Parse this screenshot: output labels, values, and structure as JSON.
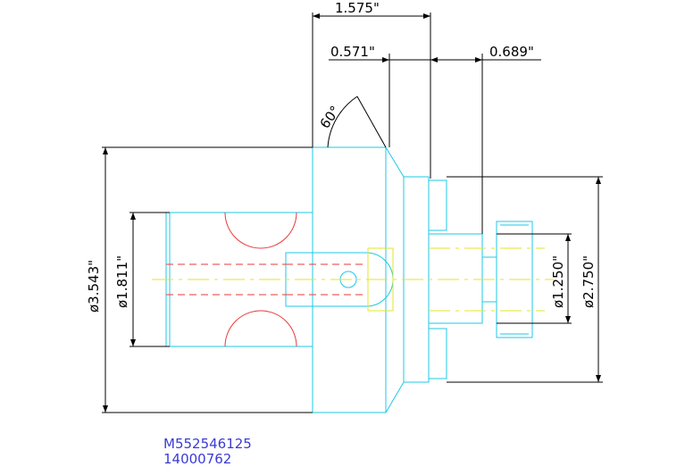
{
  "drawing": {
    "dimensions": {
      "overall_length": "1.575\"",
      "flange_length": "0.571\"",
      "pilot_length": "0.689\"",
      "chamfer_angle": "60°",
      "body_diameter": "ø3.543\"",
      "bore_diameter": "ø1.811\"",
      "pilot_diameter": "ø1.250\"",
      "flange_diameter": "ø2.750\""
    },
    "part_number": "M552546125",
    "serial_number": "14000762",
    "colors": {
      "dimension_lines": "#000000",
      "part_outline": "#1ec8e6",
      "hidden_lines": "#e83a3a",
      "center_lines": "#e6e62a",
      "part_label": "#3a3ad6"
    }
  }
}
